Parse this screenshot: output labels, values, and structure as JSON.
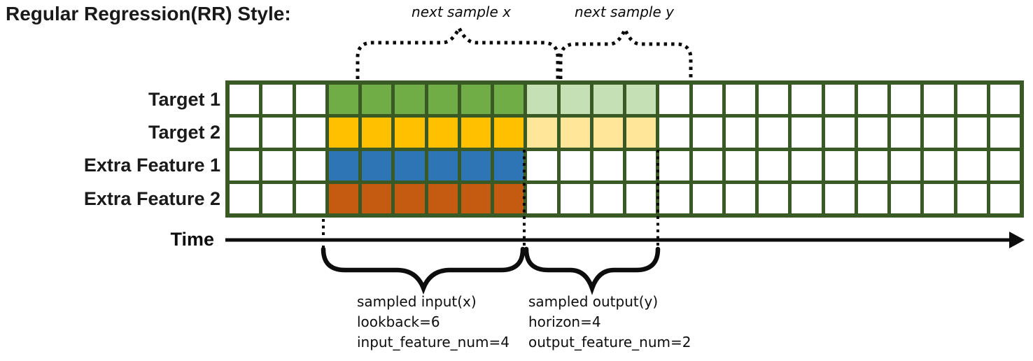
{
  "title": "Regular Regression(RR) Style:",
  "annotations": {
    "next_sample_x": "next sample x",
    "next_sample_y": "next sample y"
  },
  "time_label": "Time",
  "input_block": {
    "lines": [
      "sampled input(x)",
      "lookback=6",
      "input_feature_num=4"
    ]
  },
  "output_block": {
    "lines": [
      "sampled output(y)",
      "horizon=4",
      "output_feature_num=2"
    ]
  },
  "grid": {
    "columns": 24,
    "lookback_start_col": 3,
    "lookback_cols": 6,
    "horizon_cols": 4,
    "border_color": "#3A5A25",
    "empty_cell_color": "#ffffff",
    "rows": [
      {
        "label": "Target 1",
        "lookback_color": "#70AD47",
        "horizon_color": "#C5E0B4"
      },
      {
        "label": "Target 2",
        "lookback_color": "#FFC000",
        "horizon_color": "#FFE699"
      },
      {
        "label": "Extra Feature 1",
        "lookback_color": "#2E75B6",
        "horizon_color": null
      },
      {
        "label": "Extra Feature 2",
        "lookback_color": "#C55A11",
        "horizon_color": null
      }
    ]
  }
}
